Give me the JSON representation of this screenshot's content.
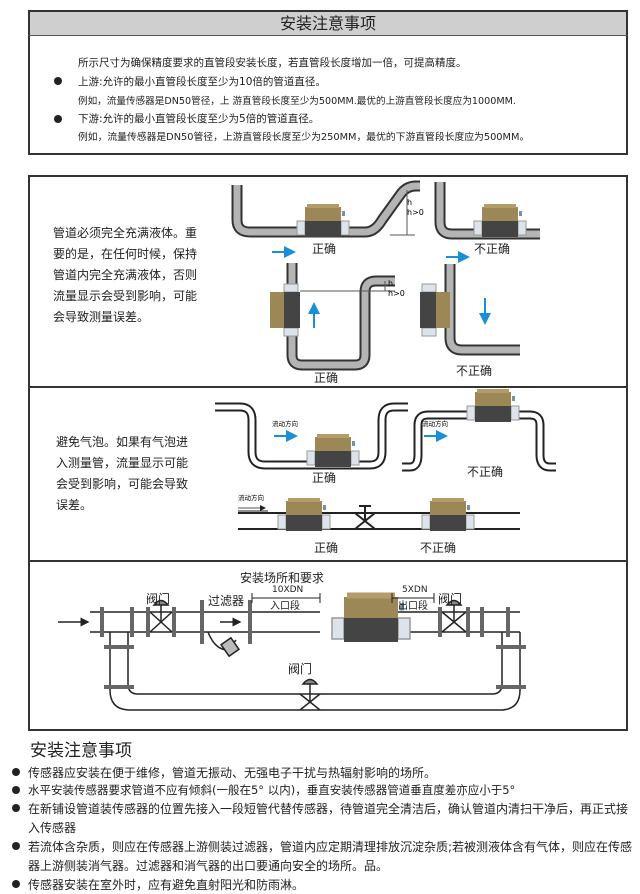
{
  "top_box": {
    "title": "安装注意事项",
    "intro": "所示尺寸为确保精度要求的直管段安装长度，若直管段长度增加一倍，可提高精度。",
    "upstream": "上游:允许的最小直管段长度至少为10倍的管道直径。",
    "upstream_example": "例如，流量传感器是DN50管径，上 游直管段长度至少为500MM.最优的上游直管段长度应为1000MM.",
    "downstream": "下游:允许的最小直管段长度至少为5倍的管道直径。",
    "downstream_example": "例如，流量传感器是DN50管径，上游直管段长度至少为250MM，最优的下游直管段长度应为500MM。"
  },
  "section_full_pipe": {
    "text": "管道必须完全充满液体。重要的是，在任何时候，保持管道内完全充满液体，否则流量显示会受到影响，可能会导致测量误差。",
    "correct": "正确",
    "incorrect": "不正确",
    "h": "h",
    "h_cond": "h>0"
  },
  "section_bubbles": {
    "text": "避免气泡。如果有气泡进入测量管，流量显示可能会受到影响，可能会导致误差。",
    "flow_direction": "流动方向",
    "correct": "正确",
    "incorrect": "不正确"
  },
  "section_install": {
    "title": "安装场所和要求",
    "valve": "阀门",
    "filter": "过滤器",
    "inlet_len": "10XDN",
    "inlet": "入口段",
    "outlet_len": "5XDN",
    "outlet": "出口段"
  },
  "notes": {
    "title": "安装注意事项",
    "items": [
      "传感器应安装在便于维修，管道无振动、无强电子干扰与热辐射影响的场所。",
      "水平安装传感器要求管道不应有倾斜(一般在5° 以内)，垂直安装传感器管道垂直度差亦应小于5°",
      "在新铺设管道装传感器的位置先接入一段短管代替传感器，待管道完全清洁后，确认管道内清扫干净后，再正式接入传感器",
      "若流体含杂质，则应在传感器上游侧装过滤器，管道内应定期清理排放沉淀杂质;若被测液体含有气体，则应在传感器上游侧装消气器。过滤器和消气器的出口要通向安全的场所。品。",
      "传感器安装在室外时，应有避免直射阳光和防雨淋。"
    ]
  },
  "colors": {
    "header_bg": "#cfcfcf",
    "sensor_top": "#9c8757",
    "sensor_body": "#444444",
    "pipe": "#b4b4b4",
    "arrow": "#1a8fd6"
  }
}
